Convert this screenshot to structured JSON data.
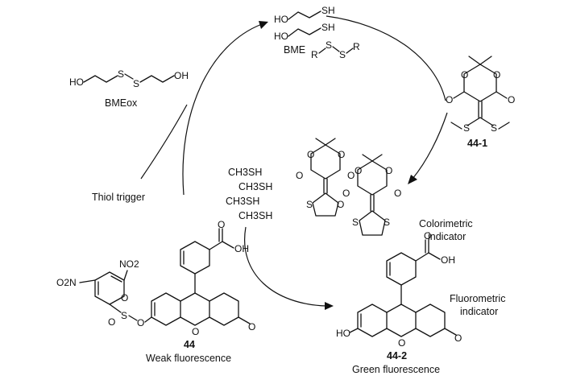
{
  "reagents": {
    "bme": "BME",
    "bmeox": "BMEox",
    "thiol_trigger": "Thiol trigger",
    "methanethiol": [
      "CH3SH",
      "CH3SH",
      "CH3SH",
      "CH3SH"
    ]
  },
  "atoms": {
    "HO": "HO",
    "OH": "OH",
    "SH": "SH",
    "S": "S",
    "O": "O",
    "R": "R",
    "NO2": "NO2",
    "N_O2_prefix": "O2N"
  },
  "compounds": {
    "c44_1": {
      "number": "44-1"
    },
    "c44": {
      "number": "44",
      "caption": "Weak fluorescence"
    },
    "c44_2": {
      "number": "44-2",
      "caption": "Green fluorescence"
    }
  },
  "indicators": {
    "colorimetric": [
      "Colorimetric",
      "indicator"
    ],
    "fluorometric": [
      "Fluorometric",
      "indicator"
    ]
  }
}
